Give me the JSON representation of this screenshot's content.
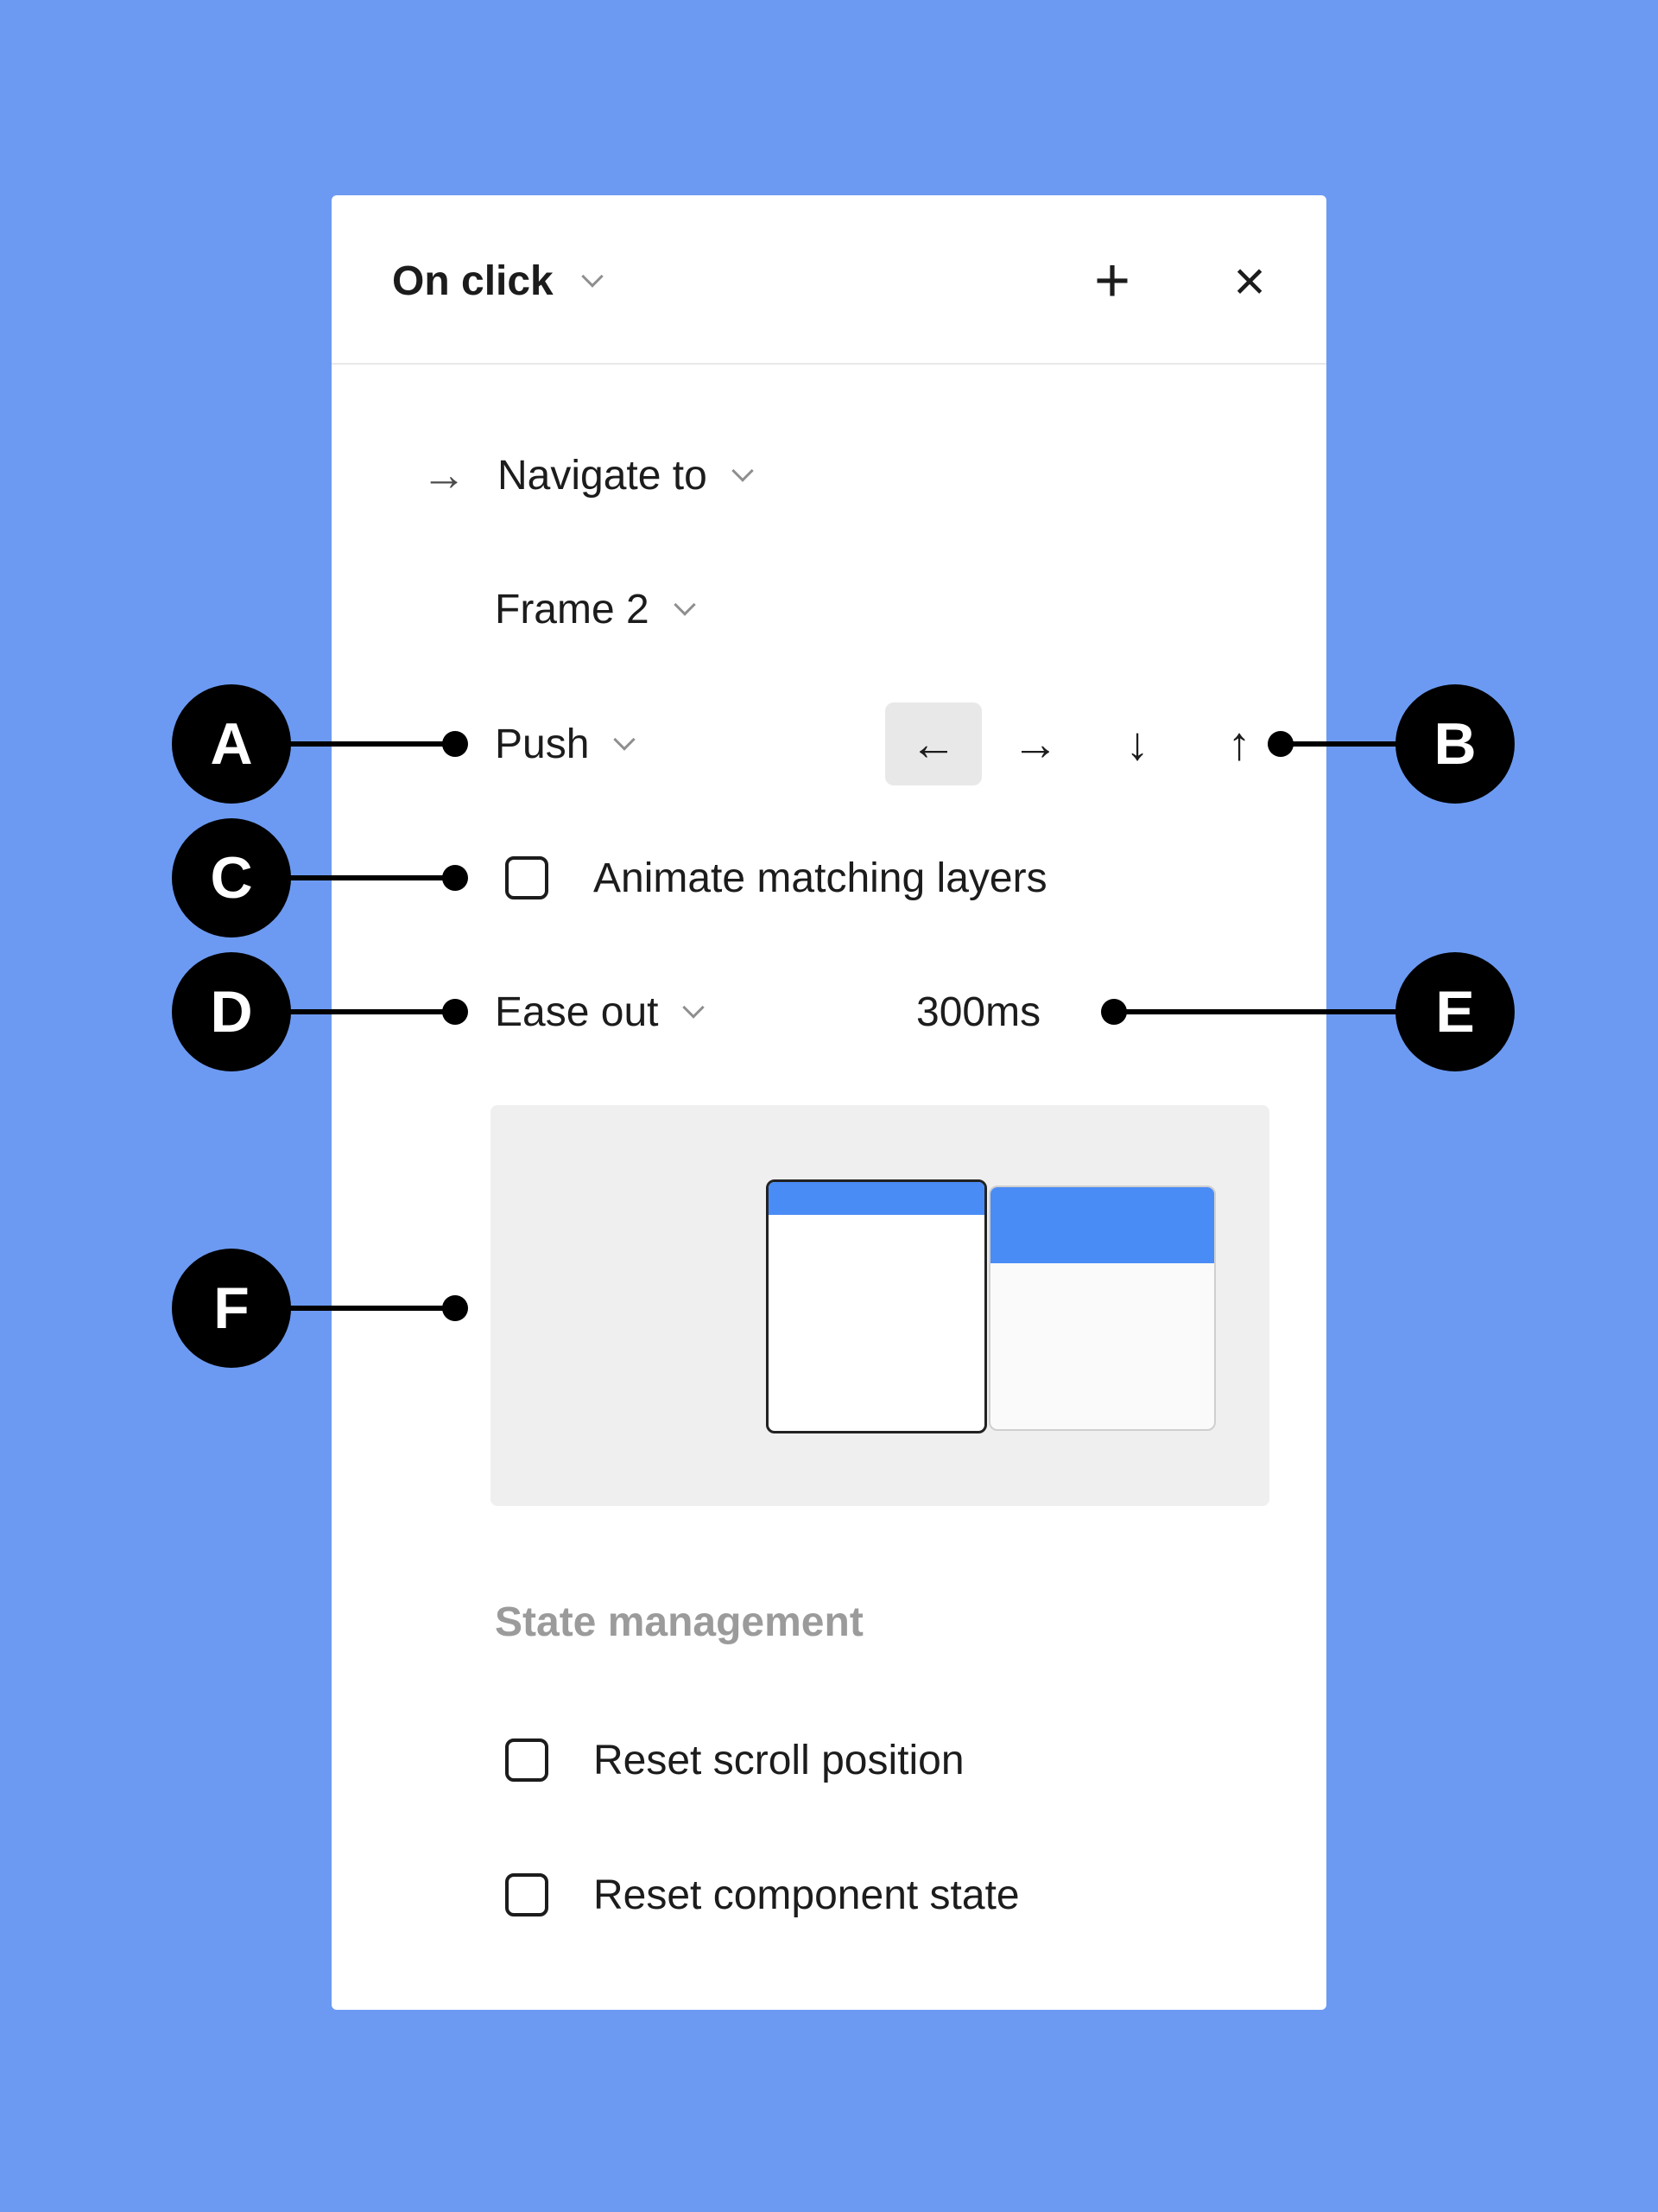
{
  "colors": {
    "background": "#6C9AF2",
    "panel": "#FFFFFF",
    "accent_blue": "#4A8CF6",
    "selected_button_bg": "#E8E8E8",
    "muted_text": "#9B9B9B",
    "annotation": "#000000"
  },
  "header": {
    "title": "On click",
    "plus": "+",
    "close": "×"
  },
  "action": {
    "icon": "→",
    "label": "Navigate to"
  },
  "destination": {
    "label": "Frame 2"
  },
  "animation": {
    "label": "Push",
    "directions": [
      {
        "name": "left",
        "glyph": "←",
        "selected": true
      },
      {
        "name": "right",
        "glyph": "→",
        "selected": false
      },
      {
        "name": "down",
        "glyph": "↓",
        "selected": false
      },
      {
        "name": "up",
        "glyph": "↑",
        "selected": false
      }
    ]
  },
  "animate_matching": {
    "label": "Animate matching layers",
    "checked": false
  },
  "easing": {
    "label": "Ease out",
    "duration": "300ms"
  },
  "state_management": {
    "title": "State management",
    "options": [
      {
        "label": "Reset scroll position",
        "checked": false
      },
      {
        "label": "Reset component state",
        "checked": false
      }
    ]
  },
  "annotations": [
    {
      "letter": "A"
    },
    {
      "letter": "B"
    },
    {
      "letter": "C"
    },
    {
      "letter": "D"
    },
    {
      "letter": "E"
    },
    {
      "letter": "F"
    }
  ]
}
